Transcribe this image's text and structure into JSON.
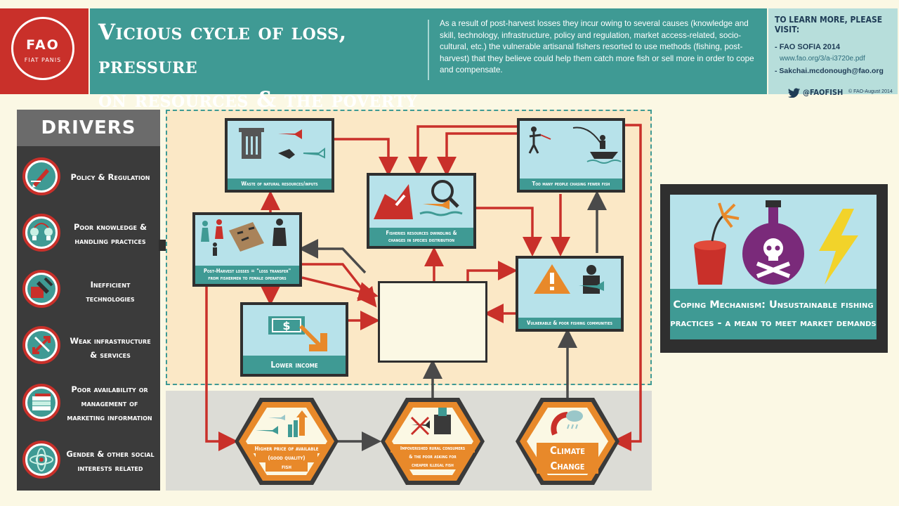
{
  "header": {
    "logo": {
      "top": "FAO",
      "bottom": "FIAT PANIS"
    },
    "title_line1": "Vicious cycle of loss, pressure",
    "title_line2": "on resources & the poverty trap",
    "intro": "As a result of post-harvest losses they incur owing to several causes (knowledge and skill, technology, infrastructure, policy and regulation, market access-related, socio-cultural, etc.) the vulnerable artisanal fishers resorted to use methods (fishing, post-harvest) that they believe could help them catch more fish or sell more in order to cope and compensate.",
    "learn_more": {
      "heading": "TO LEARN MORE, PLEASE VISIT:",
      "item1": "- FAO SOFIA 2014",
      "item1_url": "www.fao.org/3/a-i3720e.pdf",
      "item2": "- Sakchai.mcdonough@fao.org",
      "twitter": "@FAOFISH",
      "credit": "© FAO-August 2014"
    }
  },
  "drivers": {
    "title": "DRIVERS",
    "items": [
      {
        "line1": "Policy & Regulation",
        "line2": "",
        "line3": "",
        "icon": "pen-icon"
      },
      {
        "line1": "Poor knowledge &",
        "line2": "handling practices",
        "line3": "",
        "icon": "lightbulb-icon"
      },
      {
        "line1": "Inefficient",
        "line2": "technologies",
        "line3": "",
        "icon": "hammer-icon"
      },
      {
        "line1": "Weak infrastructure",
        "line2": "& services",
        "line3": "",
        "icon": "arrows-icon"
      },
      {
        "line1": "Poor availability or",
        "line2": "management of",
        "line3": "marketing information",
        "icon": "money-stack-icon"
      },
      {
        "line1": "Gender & other social",
        "line2": "interests related",
        "line3": "",
        "icon": "gender-icon"
      }
    ]
  },
  "nodes": {
    "waste": "Waste of natural resources/inputs",
    "too_many": "Too many people chasing fewer fish",
    "dwindling_1": "Fisheries resources dwindling &",
    "dwindling_2": "changes in species distribution",
    "post_harvest_1": "Post-Harvest losses = \"loss transfer\"",
    "post_harvest_2": "from fishermen to female operators",
    "vulnerable": "Vulnerable & poor fishing communities",
    "lower_income": "Lower income",
    "center": ""
  },
  "hexagons": {
    "higher_price_1": "Higher price of available",
    "higher_price_2": "(good quality)",
    "higher_price_3": "fish",
    "impoverished_1": "Impoverished rural consumers",
    "impoverished_2": "& the poor asking for",
    "impoverished_3": "cheaper illegal fish",
    "climate_1": "Climate",
    "climate_2": "Change"
  },
  "coping": {
    "line1": "Coping Mechanism: Unsustainable fishing",
    "line2": "practices - a mean to meet market demands"
  },
  "colors": {
    "red": "#c9302a",
    "teal": "#3f9a94",
    "orange": "#e8892a",
    "dark": "#2f2f2f",
    "sky": "#b7e2ea",
    "cream": "#fbf8e4"
  }
}
